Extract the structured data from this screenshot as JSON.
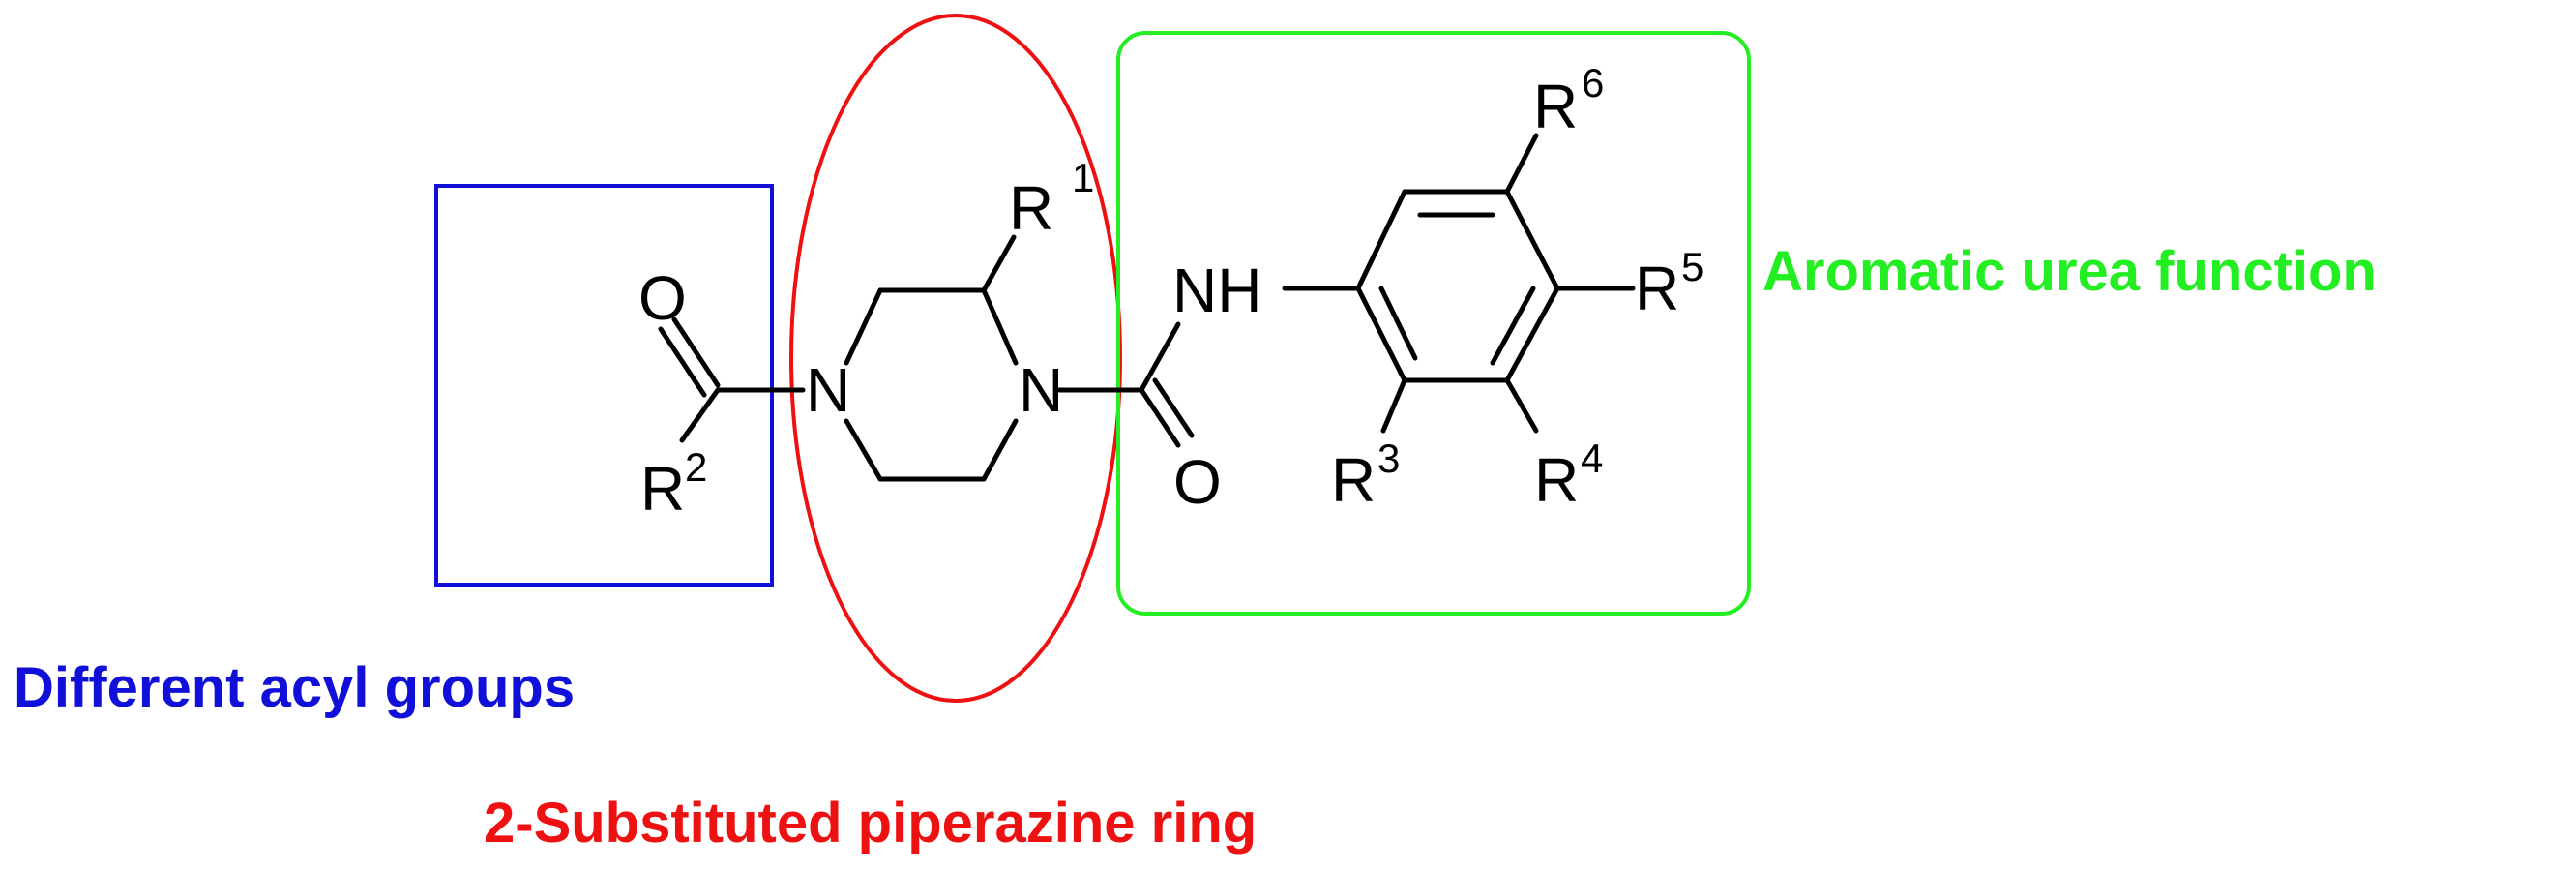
{
  "captions": {
    "acyl": "Different acyl groups",
    "piperazine": "2-Substituted piperazine ring",
    "urea": "Aromatic urea function"
  },
  "colors": {
    "acyl": "#1010d8",
    "piperazine": "#ee1111",
    "urea": "#22ee22",
    "bonds": "#000000"
  },
  "atoms": {
    "carbonyl_o_left": "O",
    "r2": "R",
    "r2_sup": "2",
    "n_left": "N",
    "n_right": "N",
    "r1": "R",
    "r1_sup": "1",
    "nh": "NH",
    "carbonyl_o_right": "O",
    "r3": "R",
    "r3_sup": "3",
    "r4": "R",
    "r4_sup": "4",
    "r5": "R",
    "r5_sup": "5",
    "r6": "R",
    "r6_sup": "6"
  }
}
